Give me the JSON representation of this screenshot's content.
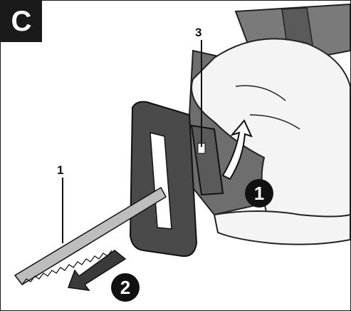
{
  "figure": {
    "panel_letter": "C",
    "callouts": {
      "blade": "1",
      "locking_sleeve": "3"
    },
    "steps": {
      "rotate": "1",
      "pull": "2"
    }
  },
  "colors": {
    "ink": "#111111",
    "hand": "#f4f4f4",
    "tool_dark": "#4a4a4a",
    "tool_mid": "#6e6e6e",
    "blade": "#bdbdbd"
  }
}
